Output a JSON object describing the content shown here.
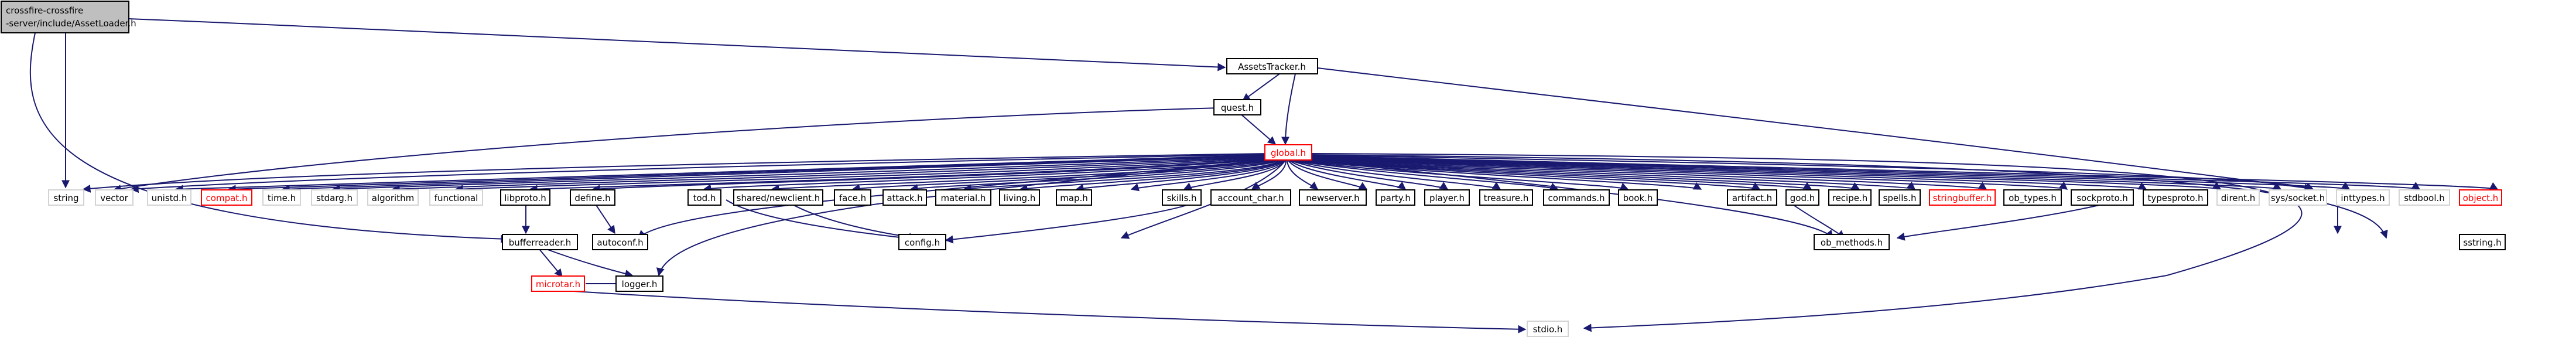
{
  "colors": {
    "edge": "#191970",
    "red_node": "#ff0000",
    "external_node": "#d3d3d3",
    "root_fill": "#bfbfbf"
  },
  "nodes": {
    "root_line1": "crossfire-crossfire",
    "root_line2": "-server/include/AssetLoader.h",
    "assetstracker": "AssetsTracker.h",
    "quest": "quest.h",
    "global": "global.h",
    "string": "string",
    "vector": "vector",
    "unistd": "unistd.h",
    "compat": "compat.h",
    "time": "time.h",
    "stdarg": "stdarg.h",
    "algorithm": "algorithm",
    "functional": "functional",
    "libproto": "libproto.h",
    "define": "define.h",
    "tod": "tod.h",
    "sharednewclient": "shared/newclient.h",
    "face": "face.h",
    "attack": "attack.h",
    "material": "material.h",
    "living": "living.h",
    "map": "map.h",
    "skills": "skills.h",
    "account_char": "account_char.h",
    "newserver": "newserver.h",
    "party": "party.h",
    "player": "player.h",
    "treasure": "treasure.h",
    "commands": "commands.h",
    "book": "book.h",
    "artifact": "artifact.h",
    "god": "god.h",
    "recipe": "recipe.h",
    "spells": "spells.h",
    "stringbuffer": "stringbuffer.h",
    "ob_types": "ob_types.h",
    "sockproto": "sockproto.h",
    "typesproto": "typesproto.h",
    "dirent": "dirent.h",
    "syssocket": "sys/socket.h",
    "inttypes": "inttypes.h",
    "stdbool": "stdbool.h",
    "object": "object.h",
    "sstring": "sstring.h",
    "bufferreader": "bufferreader.h",
    "autoconf": "autoconf.h",
    "config": "config.h",
    "ob_methods": "ob_methods.h",
    "microtar": "microtar.h",
    "logger": "logger.h",
    "stdio": "stdio.h"
  }
}
